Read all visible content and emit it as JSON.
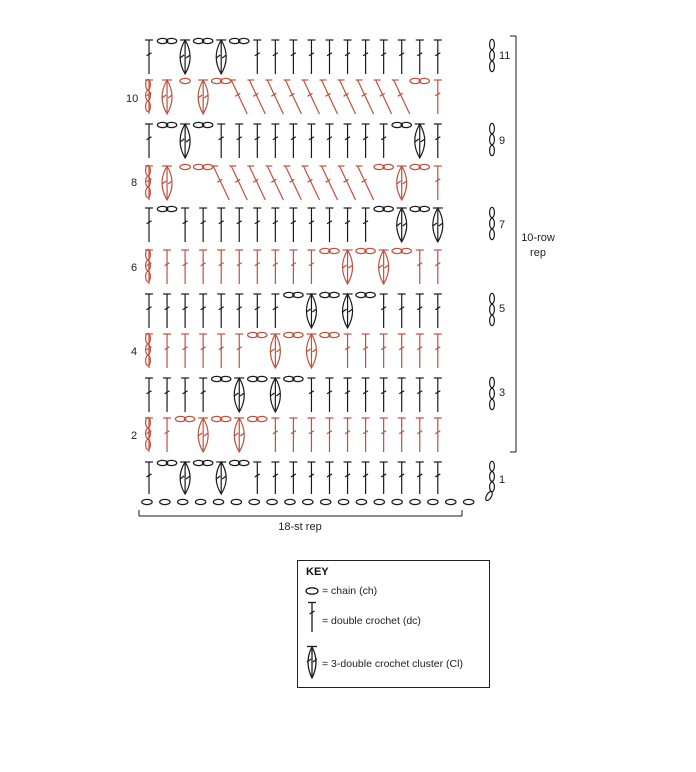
{
  "diagram": {
    "row_labels_left": [
      "10",
      "8",
      "6",
      "4",
      "2"
    ],
    "row_labels_right": [
      "11",
      "9",
      "7",
      "5",
      "3",
      "1"
    ],
    "row_repeat_label": "10-row rep",
    "stitch_repeat_label": "18-st rep",
    "colors": {
      "odd_rows": "#1a1a1a",
      "even_rows": "#c0503c"
    }
  },
  "key": {
    "title": "KEY",
    "entries": [
      {
        "icon": "chain-icon",
        "label": "= chain (ch)"
      },
      {
        "icon": "double-crochet-icon",
        "label": "= double crochet (dc)"
      },
      {
        "icon": "cluster-icon",
        "label": "= 3-double crochet cluster (Cl)"
      }
    ]
  }
}
